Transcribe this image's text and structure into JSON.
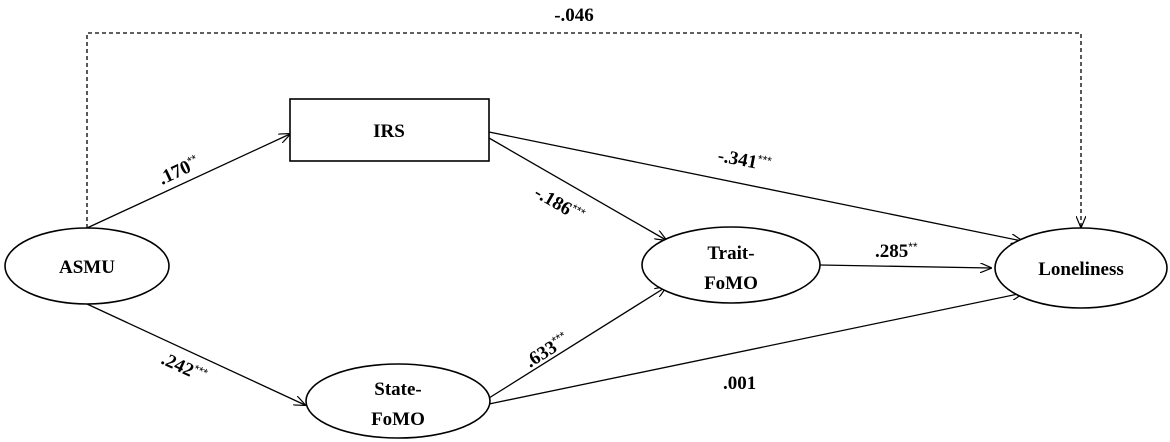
{
  "nodes": {
    "asmu": {
      "label": "ASMU"
    },
    "irs": {
      "label": "IRS"
    },
    "state_fomo": {
      "line1": "State-",
      "line2": "FoMO"
    },
    "trait_fomo": {
      "line1": "Trait-",
      "line2": "FoMO"
    },
    "loneliness": {
      "label": "Loneliness"
    }
  },
  "paths": {
    "asmu_loneliness": {
      "coef": "-.046",
      "stars": ""
    },
    "asmu_irs": {
      "coef": ".170",
      "stars": "**"
    },
    "asmu_state": {
      "coef": ".242",
      "stars": "***"
    },
    "irs_trait": {
      "coef": "-.186",
      "stars": "***"
    },
    "irs_loneliness": {
      "coef": "-.341",
      "stars": "***"
    },
    "state_trait": {
      "coef": ".633",
      "stars": "***"
    },
    "trait_loneliness": {
      "coef": ".285",
      "stars": "**"
    },
    "state_loneliness": {
      "coef": ".001",
      "stars": ""
    }
  },
  "colors": {
    "stroke": "#000000",
    "background": "#ffffff"
  }
}
